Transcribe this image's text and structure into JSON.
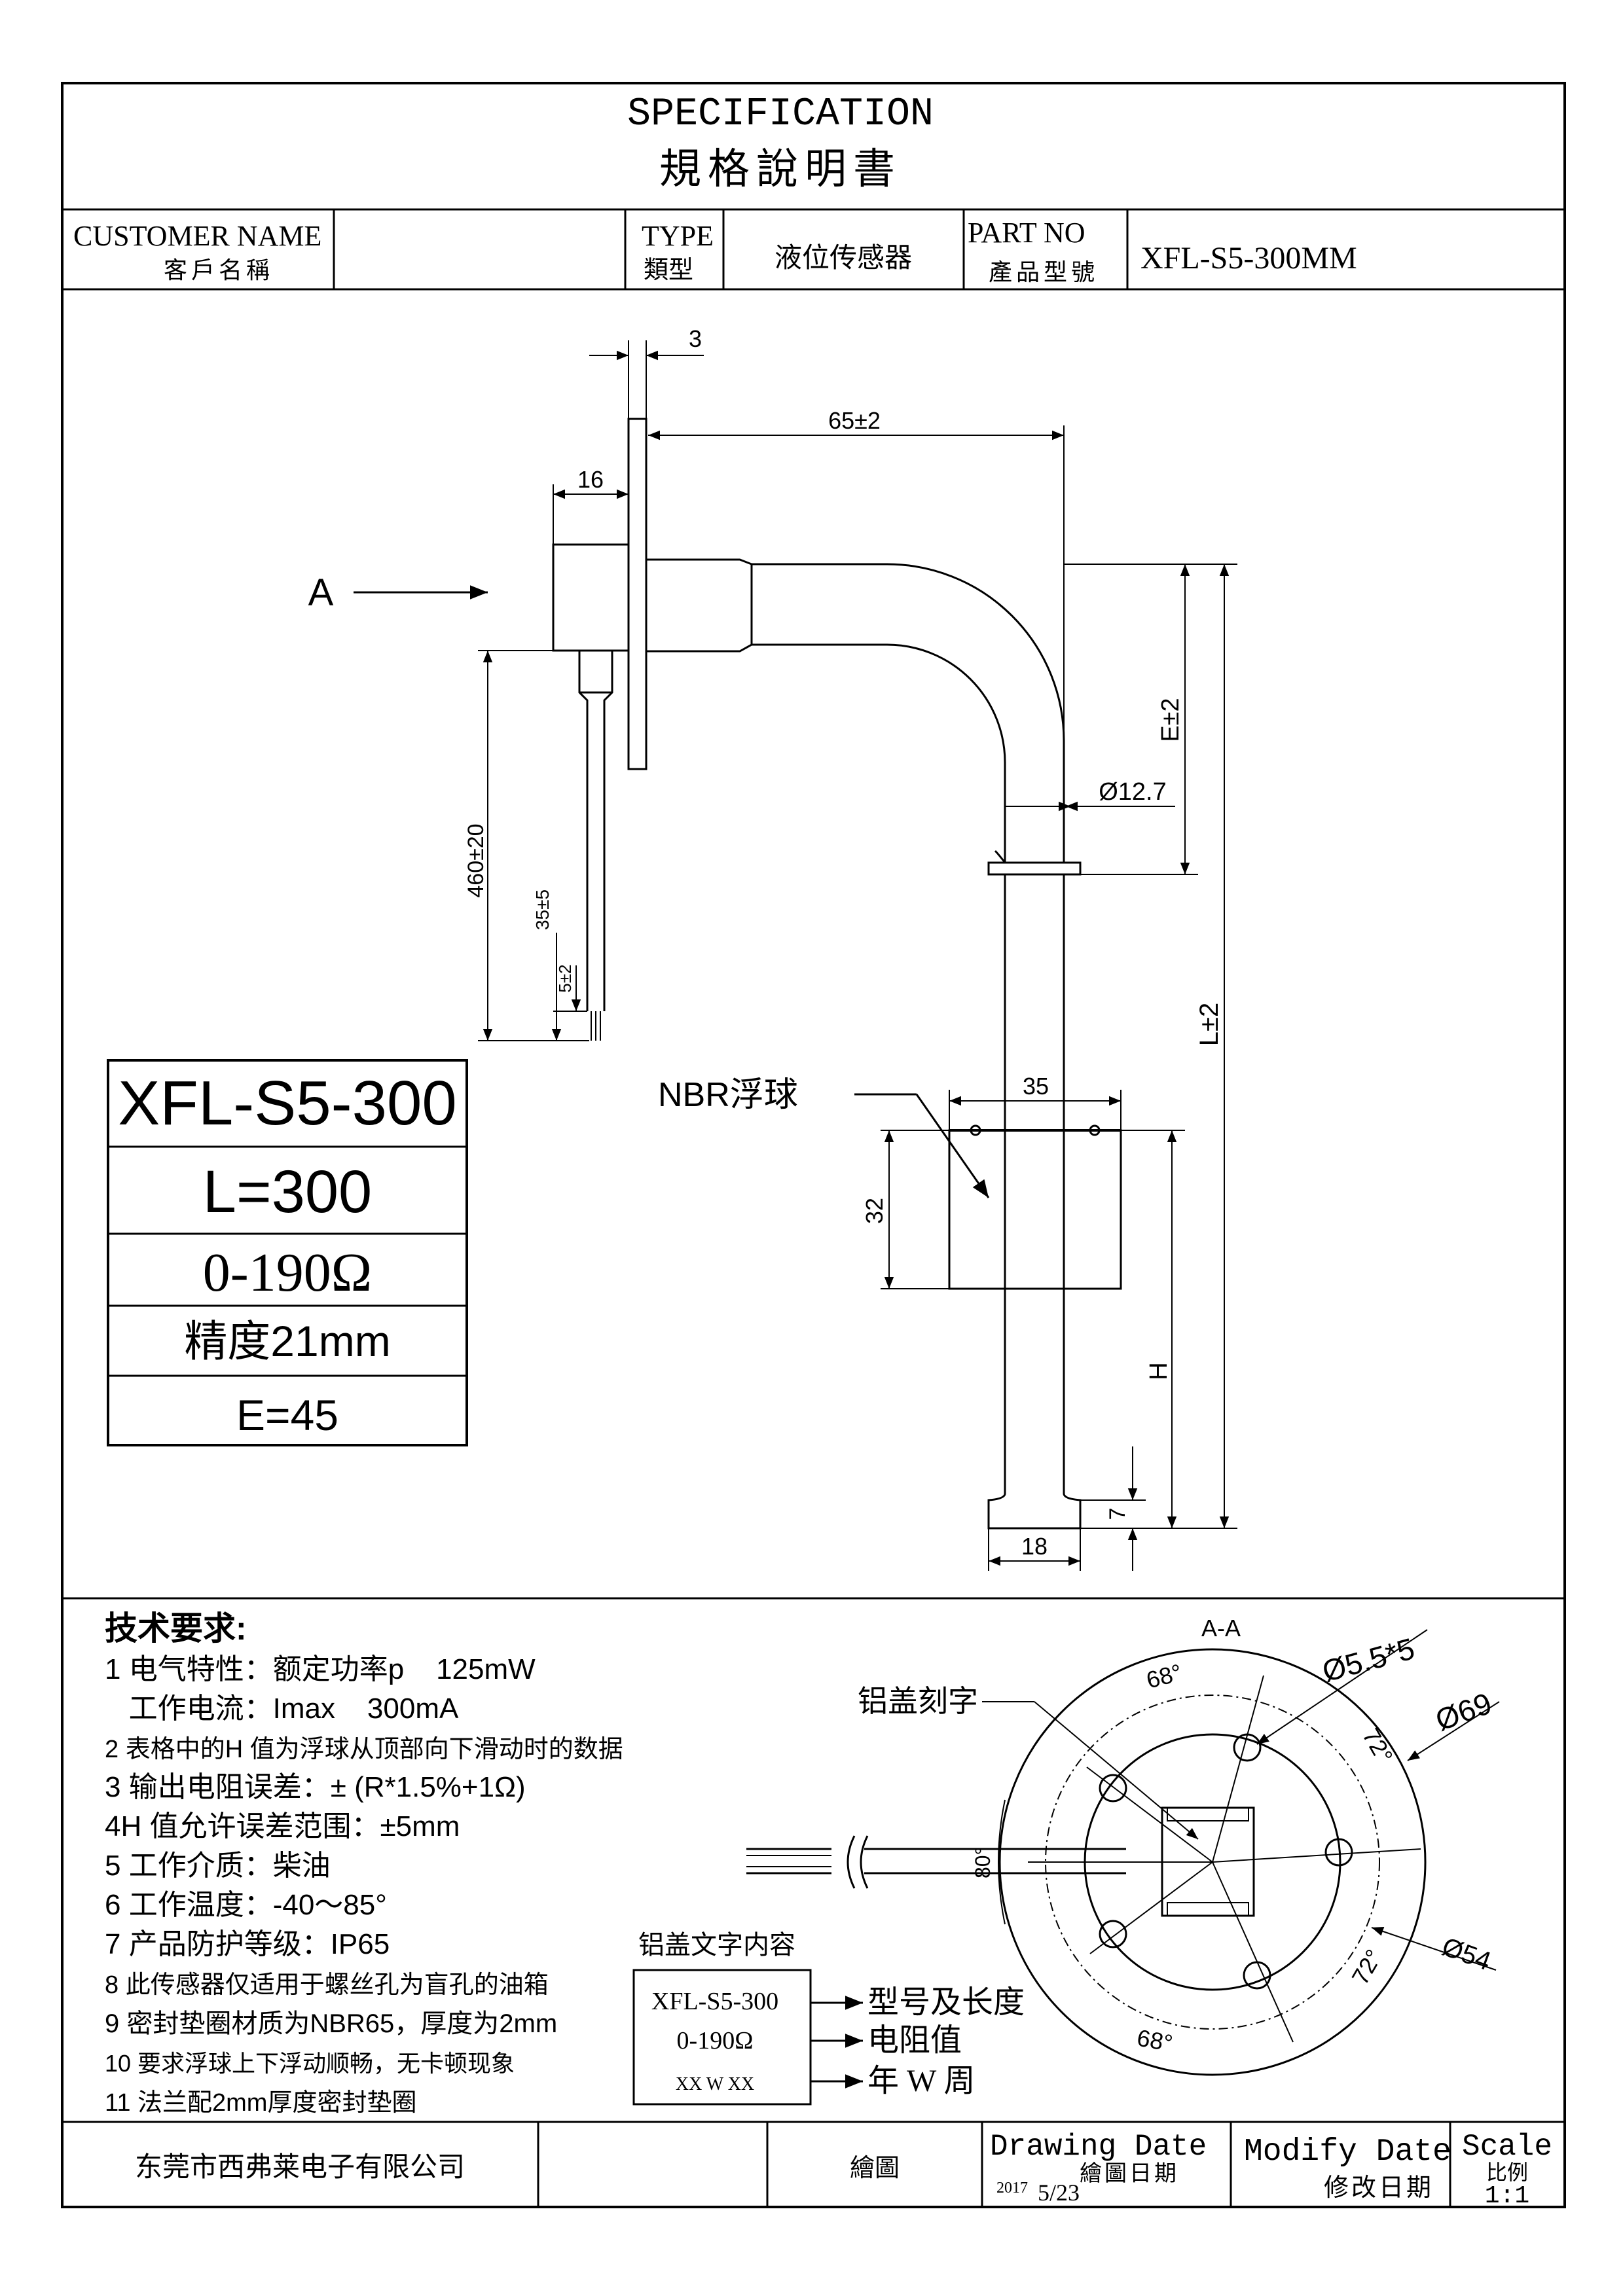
{
  "header": {
    "title_en": "SPECIFICATION",
    "title_zh": "規格說明書"
  },
  "info_row": {
    "customer_label_en": "CUSTOMER NAME",
    "customer_label_zh": "客戶名稱",
    "customer_value": "",
    "type_label_en": "TYPE",
    "type_label_zh": "類型",
    "type_value": "液位传感器",
    "part_label_en": "PART NO",
    "part_label_zh": "產品型號",
    "part_value": "XFL-S5-300MM"
  },
  "drawing": {
    "dim_flange_thickness": "3",
    "dim_arm_length": "65±2",
    "dim_head_width": "16",
    "view_marker": "A",
    "dim_cable_length": "460±20",
    "dim_wire_strip": "35±5",
    "dim_wire_tip": "5±2",
    "dim_E": "E±2",
    "dim_tube_dia": "Ø12.7",
    "dim_L": "L±2",
    "float_label": "NBR浮球",
    "dim_float_width": "35",
    "dim_float_height": "32",
    "dim_H": "H",
    "dim_bottom_height": "7",
    "dim_bottom_width": "18"
  },
  "spec_box": {
    "model": "XFL-S5-300",
    "length": "L=300",
    "resistance": "0-190Ω",
    "precision": "精度21mm",
    "e_value": "E=45"
  },
  "requirements": {
    "title": "技术要求:",
    "items": [
      "1 电气特性：额定功率p    125mW",
      "   工作电流：Imax    300mA",
      "2 表格中的H 值为浮球从顶部向下滑动时的数据",
      "3 输出电阻误差：± (R*1.5%+1Ω)",
      "4H 值允许误差范围：±5mm",
      "5 工作介质：柴油",
      "6 工作温度：-40～85°",
      "7 产品防护等级：IP65",
      "8 此传感器仅适用于螺丝孔为盲孔的油箱",
      "9 密封垫圈材质为NBR65，厚度为2mm",
      "10 要求浮球上下浮动顺畅，无卡顿现象",
      "11 法兰配2mm厚度密封垫圈"
    ]
  },
  "cap_engraving": {
    "title": "铝盖文字内容",
    "line1": "XFL-S5-300",
    "line2": "0-190Ω",
    "line3": "XX W XX",
    "note1": "型号及长度",
    "note2": "电阻值",
    "note3": "年 W 周"
  },
  "section_view": {
    "title": "A-A",
    "engraving_label": "铝盖刻字",
    "angle_top": "68°",
    "angle_bottom": "68°",
    "angle_right_top": "72°",
    "angle_right_bottom": "72°",
    "angle_left": "80°",
    "hole_dia": "Ø5.5*5",
    "outer_dia": "Ø69",
    "pcd_dia": "Ø54"
  },
  "footer": {
    "company": "东莞市西弗莱电子有限公司",
    "blank1": "",
    "drawn_label": "繪圖",
    "drawing_date_en": "Drawing Date",
    "drawing_date_zh": "繪圖日期",
    "drawing_date_year": "2017",
    "drawing_date_value": "5/23",
    "modify_date_en": "Modify Date",
    "modify_date_zh": "修改日期",
    "scale_en": "Scale",
    "scale_zh": "比例",
    "scale_value": "1:1"
  }
}
